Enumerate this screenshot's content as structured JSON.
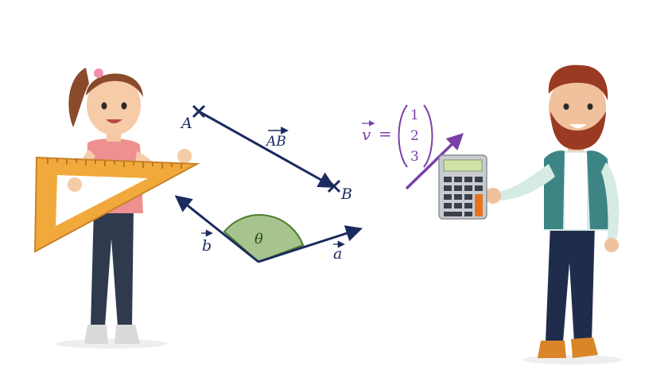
{
  "colors": {
    "navy": "#1b2a5e",
    "purple": "#7b3fa8",
    "angle_fill": "#a7c48e",
    "angle_stroke": "#4c7a2c",
    "ruler": "#f2a93b",
    "ruler_dark": "#c9822a",
    "background": "#ffffff"
  },
  "segment_AB": {
    "point_a": "A",
    "point_b": "B",
    "vector_label": "AB"
  },
  "angle_diagram": {
    "vector_a_label": "a",
    "vector_b_label": "b",
    "angle_label": "θ"
  },
  "column_vector": {
    "vector_label": "v",
    "equals": "=",
    "components": [
      "1",
      "2",
      "3"
    ]
  },
  "characters": {
    "left": "girl-with-set-square",
    "right": "man-with-calculator"
  }
}
